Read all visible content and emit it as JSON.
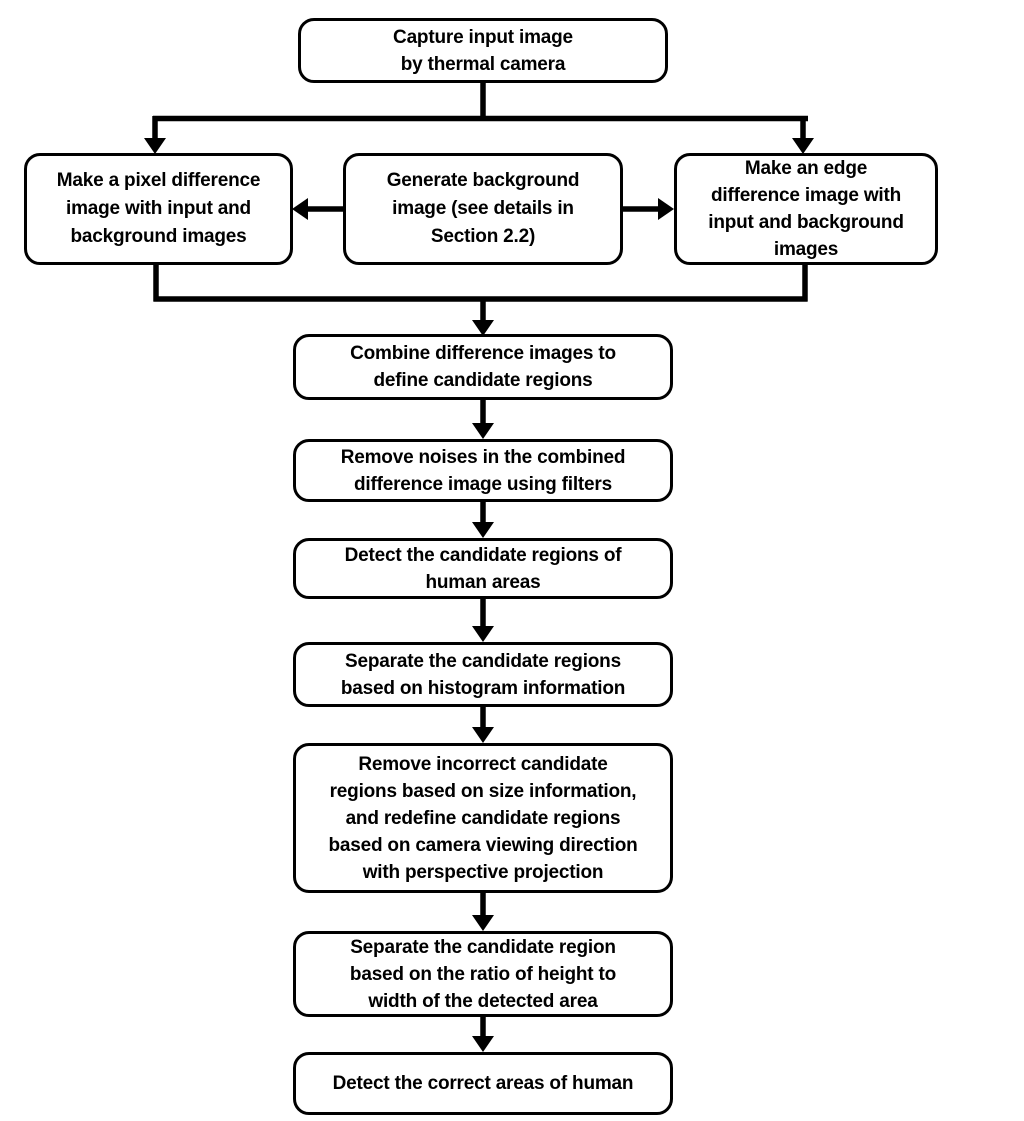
{
  "colors": {
    "background": "#ffffff",
    "box_fill": "#ffffff",
    "box_border": "#000000",
    "arrow": "#000000",
    "text": "#000000"
  },
  "flowchart": {
    "nodes": [
      {
        "id": "capture-input",
        "label": "Capture input image\nby thermal camera"
      },
      {
        "id": "pixel-difference",
        "label": "Make a pixel difference\nimage with input and\nbackground images"
      },
      {
        "id": "generate-background",
        "label": "Generate background\nimage (see details in\nSection 2.2)"
      },
      {
        "id": "edge-difference",
        "label": "Make an edge\ndifference image with\ninput and background\nimages"
      },
      {
        "id": "combine-differences",
        "label": "Combine difference images to\ndefine candidate regions"
      },
      {
        "id": "remove-noises",
        "label": "Remove noises in the combined\ndifference image using filters"
      },
      {
        "id": "detect-candidate-regions",
        "label": "Detect the candidate regions of\nhuman areas"
      },
      {
        "id": "separate-histogram",
        "label": "Separate the candidate regions\nbased on histogram information"
      },
      {
        "id": "remove-incorrect",
        "label": "Remove incorrect candidate\nregions based on size information,\nand redefine candidate regions\nbased on camera viewing direction\nwith perspective projection"
      },
      {
        "id": "separate-ratio",
        "label": "Separate the candidate region\nbased on the ratio of height to\nwidth of the detected area"
      },
      {
        "id": "detect-correct",
        "label": "Detect the correct areas of human"
      }
    ],
    "edges": [
      {
        "from": "capture-input",
        "to": "pixel-difference"
      },
      {
        "from": "capture-input",
        "to": "edge-difference"
      },
      {
        "from": "generate-background",
        "to": "pixel-difference"
      },
      {
        "from": "generate-background",
        "to": "edge-difference"
      },
      {
        "from": "pixel-difference",
        "to": "combine-differences"
      },
      {
        "from": "edge-difference",
        "to": "combine-differences"
      },
      {
        "from": "combine-differences",
        "to": "remove-noises"
      },
      {
        "from": "remove-noises",
        "to": "detect-candidate-regions"
      },
      {
        "from": "detect-candidate-regions",
        "to": "separate-histogram"
      },
      {
        "from": "separate-histogram",
        "to": "remove-incorrect"
      },
      {
        "from": "remove-incorrect",
        "to": "separate-ratio"
      },
      {
        "from": "separate-ratio",
        "to": "detect-correct"
      }
    ]
  }
}
